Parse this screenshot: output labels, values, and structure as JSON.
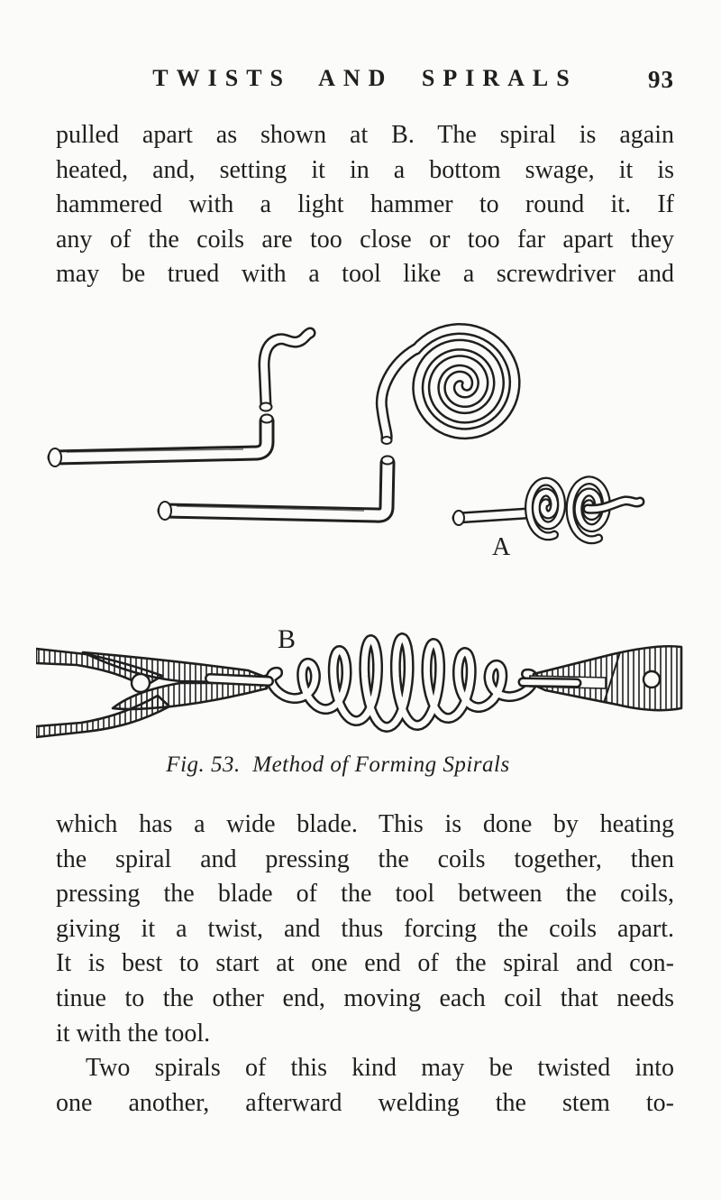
{
  "page": {
    "header": {
      "title": "TWISTS AND SPIRALS",
      "page_number": "93"
    },
    "paragraphs_top": [
      {
        "indent": false,
        "short_last": false,
        "lines": [
          "pulled apart as shown at B.  The spiral is again",
          "heated, and, setting it in a bottom swage, it is",
          "hammered with a light hammer to round it.  If",
          "any of the coils are too close or too far apart they",
          "may be trued with a tool like a screwdriver and"
        ]
      }
    ],
    "paragraphs_bottom": [
      {
        "indent": false,
        "short_last": true,
        "lines": [
          "which has a wide blade.  This is done by heating",
          "the spiral and pressing the coils together, then",
          "pressing the blade of the tool between the coils,",
          "giving it a twist, and thus forcing the coils apart.",
          "It is best to start at one end of the spiral and con-",
          "tinue to the other end, moving each coil that needs",
          "it with the tool."
        ]
      },
      {
        "indent": true,
        "short_last": false,
        "lines": [
          "Two spirals of this kind may be twisted into",
          "one another, afterward welding the stem to-"
        ]
      }
    ],
    "figure": {
      "label_a": "A",
      "label_b": "B",
      "caption": "Fig. 53.  Method of Forming Spirals"
    },
    "colors": {
      "ink": "#1f1f1f",
      "paper": "#fbfbf9"
    }
  }
}
